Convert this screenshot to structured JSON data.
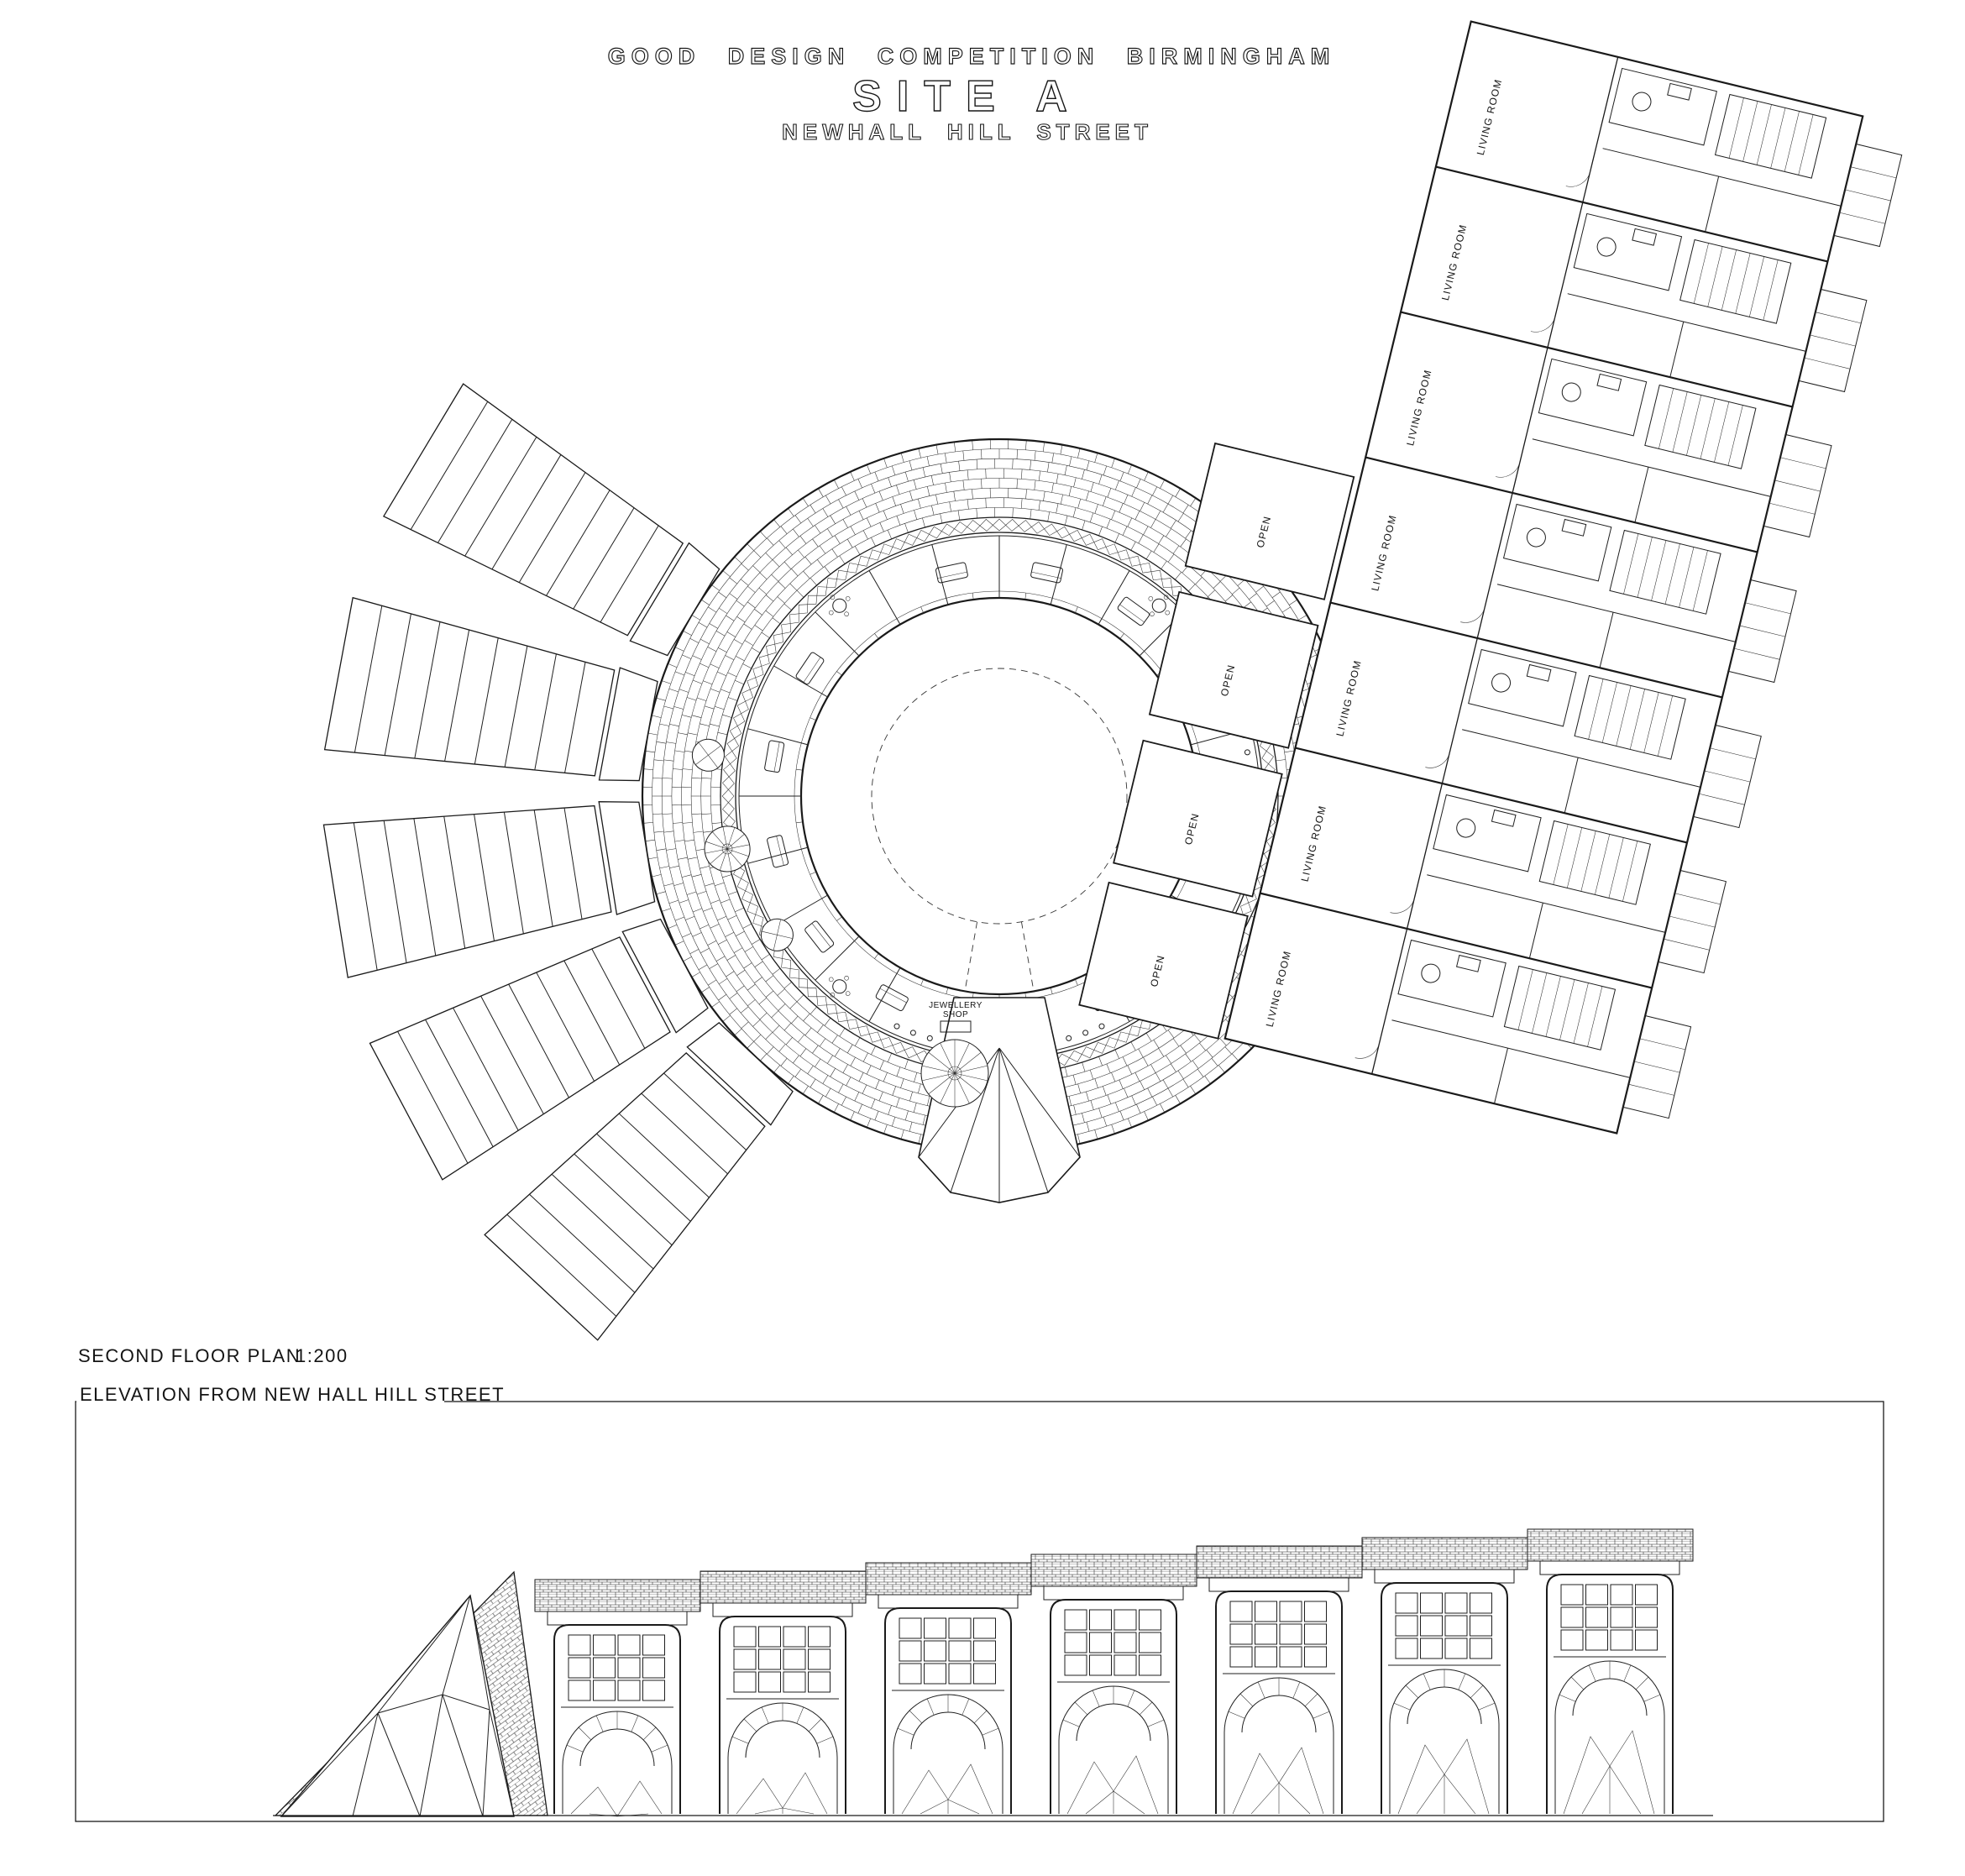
{
  "sheet": {
    "competition_title": "GOOD DESIGN COMPETITION BIRMINGHAM",
    "site_title": "SITE A",
    "street_title": "NEWHALL HILL STREET"
  },
  "floor_plan": {
    "caption": "SECOND FLOOR PLAN",
    "scale": "1:200",
    "labels": {
      "living_room": "LIVING ROOM",
      "open": "OPEN",
      "jewellery_shop": "JEWELLERY SHOP"
    },
    "apartment_unit_count": 7,
    "open_court_count": 4,
    "stair_ramp_count": 5
  },
  "elevation": {
    "caption": "ELEVATION FROM NEW HALL HILL STREET",
    "bay_count": 7
  },
  "colors": {
    "ink": "#1a1a1a",
    "paper": "#ffffff"
  }
}
